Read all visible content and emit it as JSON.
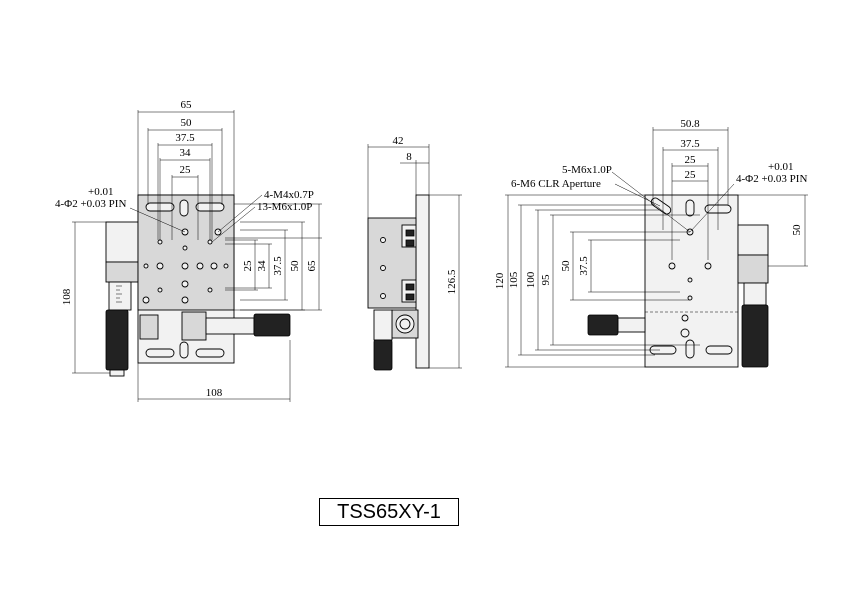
{
  "model": "TSS65XY-1",
  "top_view": {
    "dims_top": [
      "65",
      "50",
      "37.5",
      "34",
      "25"
    ],
    "dim_right": [
      "25",
      "34",
      "37.5",
      "50",
      "65"
    ],
    "dim_left": "108",
    "dim_bottom": "108",
    "pin_note_tol": "+0.01",
    "pin_note": "4-Φ2 +0.03 PIN",
    "tap_note_1": "4-M4x0.7P",
    "tap_note_2": "13-M6x1.0P"
  },
  "side_view": {
    "dim_42": "42",
    "dim_8": "8",
    "dim_height": "126.5"
  },
  "back_view": {
    "dims_top": [
      "50.8",
      "37.5",
      "25",
      "25"
    ],
    "tap_note": "5-M6x1.0P",
    "aperture_note": "6-M6 CLR Aperture",
    "pin_note_tol": "+0.01",
    "pin_note": "4-Φ2 +0.03 PIN",
    "dim_right": "50",
    "dims_left": [
      "120",
      "105",
      "100",
      "95",
      "50",
      "37.5"
    ]
  }
}
